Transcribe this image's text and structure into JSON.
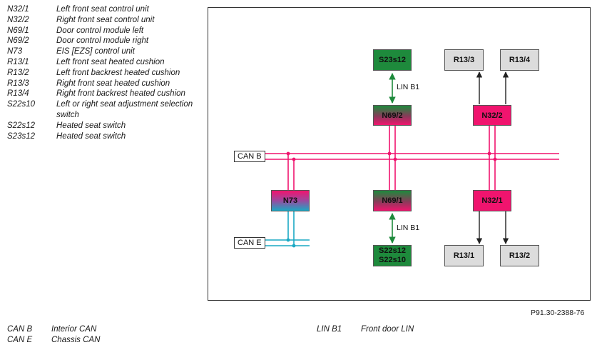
{
  "legend": [
    {
      "code": "N32/1",
      "desc": "Left front seat control unit"
    },
    {
      "code": "N32/2",
      "desc": "Right front seat control unit"
    },
    {
      "code": "N69/1",
      "desc": "Door control module left"
    },
    {
      "code": "N69/2",
      "desc": "Door control module right"
    },
    {
      "code": "N73",
      "desc": "EIS [EZS] control unit"
    },
    {
      "code": "R13/1",
      "desc": "Left front seat heated cushion"
    },
    {
      "code": "R13/2",
      "desc": "Left front backrest heated cushion"
    },
    {
      "code": "R13/3",
      "desc": "Right front seat heated cushion"
    },
    {
      "code": "R13/4",
      "desc": "Right front backrest heated cushion"
    },
    {
      "code": "S22s10",
      "desc": "Left or right seat adjustment selection switch"
    },
    {
      "code": "S22s12",
      "desc": "Heated seat switch"
    },
    {
      "code": "S23s12",
      "desc": "Heated seat switch"
    }
  ],
  "diagram": {
    "buses": {
      "can_b": "CAN B",
      "can_e": "CAN E"
    },
    "lin_upper": "LIN B1",
    "lin_lower": "LIN B1",
    "nodes": {
      "s23s12": "S23s12",
      "n69_2": "N69/2",
      "n69_1": "N69/1",
      "s22s12": "S22s12",
      "s22s10": "S22s10",
      "n73": "N73",
      "n32_2": "N32/2",
      "n32_1": "N32/1",
      "r13_3": "R13/3",
      "r13_4": "R13/4",
      "r13_1": "R13/1",
      "r13_2": "R13/2"
    },
    "colors": {
      "can_b": "#f0146e",
      "can_e": "#1aa9c4",
      "lin": "#1e8a3c"
    }
  },
  "reference": "P91.30-2388-76",
  "footnotes_left": [
    {
      "code": "CAN B",
      "desc": "Interior CAN"
    },
    {
      "code": "CAN E",
      "desc": "Chassis CAN"
    }
  ],
  "footnotes_right": [
    {
      "code": "LIN B1",
      "desc": "Front door LIN"
    }
  ]
}
